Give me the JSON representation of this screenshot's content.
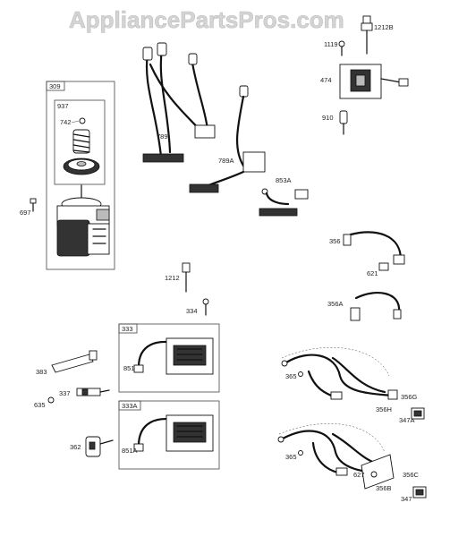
{
  "watermark": "AppliancePartsPros.com",
  "labels": {
    "p1212B": "1212B",
    "p1119": "1119",
    "p474": "474",
    "p910": "910",
    "p309": "309",
    "p937": "937",
    "p742": "742",
    "p697": "697",
    "p789": "789",
    "p789A": "789A",
    "p853A": "853A",
    "p356": "356",
    "p621": "621",
    "p356A": "356A",
    "p1212": "1212",
    "p334": "334",
    "p333": "333",
    "p851": "851",
    "p383": "383",
    "p337": "337",
    "p635": "635",
    "p333A": "333A",
    "p851A": "851A",
    "p362": "362",
    "p365a": "365",
    "p356G": "356G",
    "p356H": "356H",
    "p347A": "347A",
    "p365b": "365",
    "p627": "627",
    "p356C": "356C",
    "p356B": "356B",
    "p347": "347"
  }
}
